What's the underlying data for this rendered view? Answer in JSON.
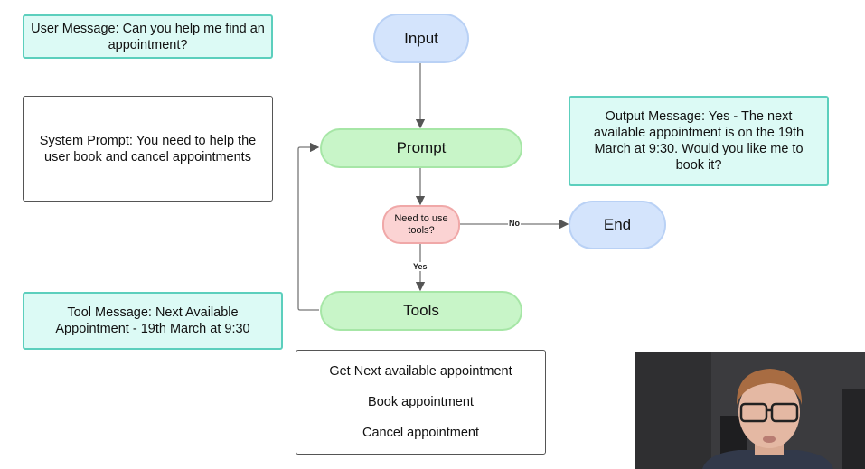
{
  "user_message": "User Message: Can you help me find an appointment?",
  "system_prompt": "System Prompt: You need to help the user book and cancel appointments",
  "tool_message": "Tool Message: Next Available Appointment - 19th March at 9:30",
  "output_message": "Output Message: Yes - The next available appointment is on the 19th March at 9:30. Would you like me to book it?",
  "nodes": {
    "input": "Input",
    "prompt": "Prompt",
    "decision": "Need to use tools?",
    "end": "End",
    "tools": "Tools"
  },
  "edges": {
    "no_label": "No",
    "yes_label": "Yes"
  },
  "tool_list": [
    "Get Next available appointment",
    "Book appointment",
    "Cancel appointment"
  ],
  "colors": {
    "message_fill": "#dcfaf5",
    "message_border": "#5ccfbd",
    "blue_node": "#d4e4fc",
    "green_node": "#c8f5c8",
    "decision_node": "#fbd3d3"
  }
}
